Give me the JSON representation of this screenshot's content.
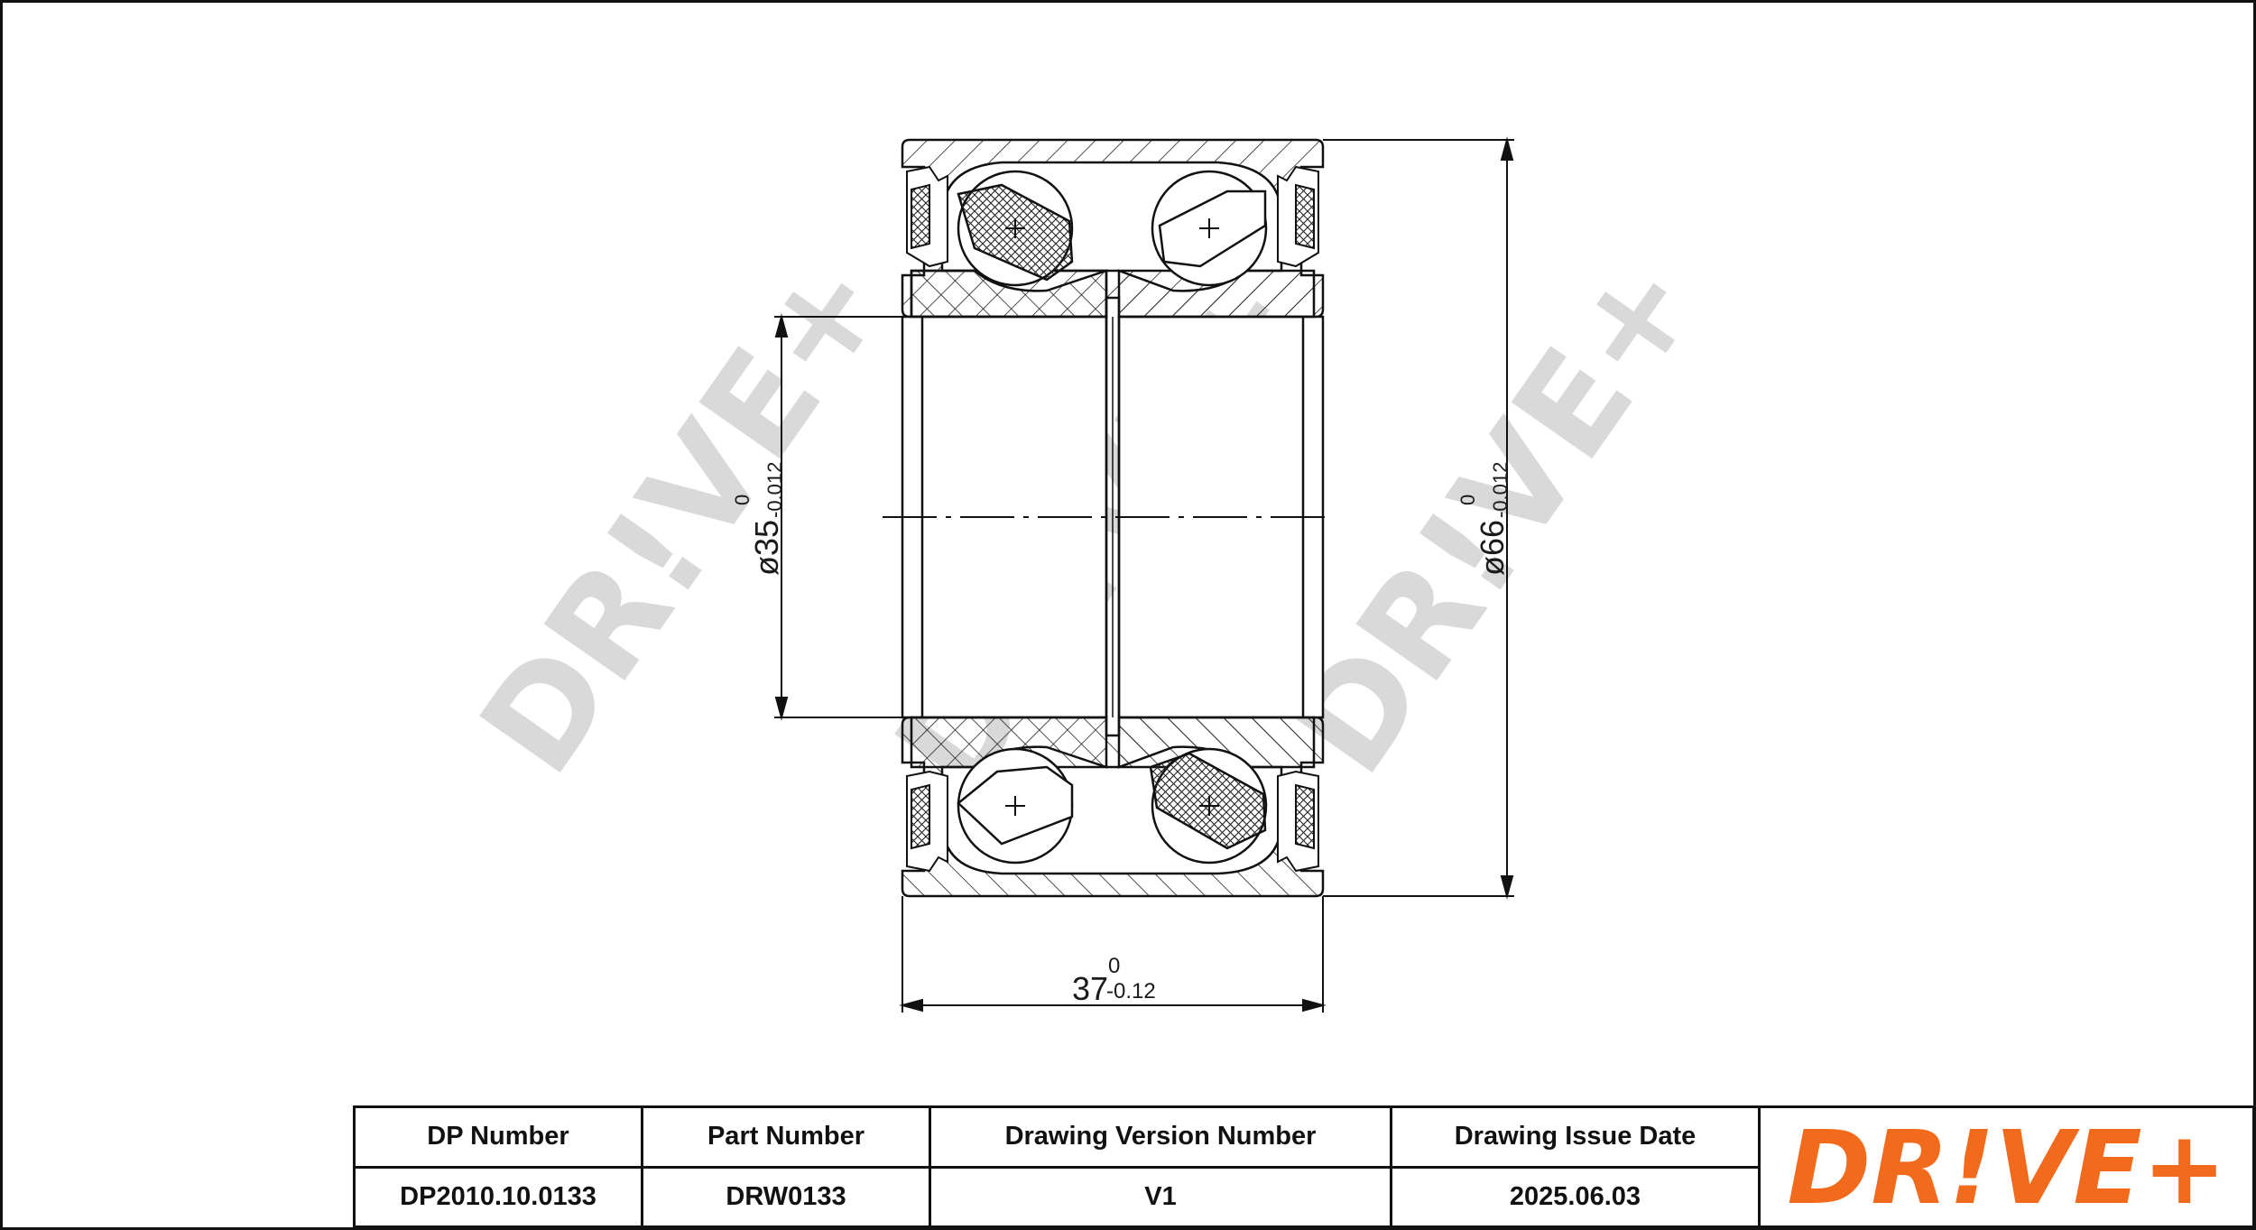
{
  "dimensions": {
    "bore": {
      "prefix": "ø",
      "value": "35",
      "upper": "0",
      "lower": "-0.012"
    },
    "outer": {
      "prefix": "ø",
      "value": "66",
      "upper": "0",
      "lower": "-0.012"
    },
    "width": {
      "value": "37",
      "upper": "0",
      "lower": "-0.12"
    }
  },
  "watermark": {
    "text": "DR!VE+"
  },
  "title_block": {
    "headers": [
      "DP Number",
      "Part Number",
      "Drawing Version Number",
      "Drawing Issue Date"
    ],
    "values": [
      "DP2010.10.0133",
      "DRW0133",
      "V1",
      "2025.06.03"
    ]
  },
  "logo": {
    "text": "DR!VE+",
    "color": "#f26a1b"
  },
  "colors": {
    "line": "#111111",
    "watermark": "#d9d9d9",
    "brand": "#f26a1b"
  }
}
